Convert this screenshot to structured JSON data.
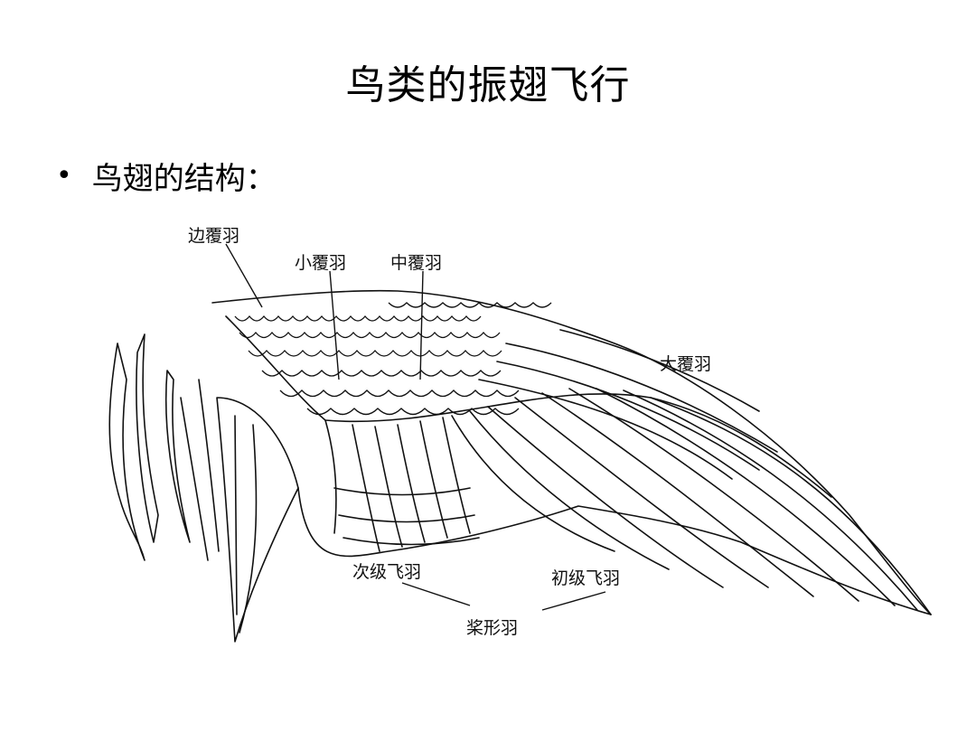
{
  "slide": {
    "title": "鸟类的振翅飞行",
    "bullet": "鸟翅的结构："
  },
  "diagram": {
    "labels": {
      "marginal_coverts": "边覆羽",
      "lesser_coverts": "小覆羽",
      "median_coverts": "中覆羽",
      "greater_coverts": "大覆羽",
      "secondaries": "次级飞羽",
      "primaries": "初级飞羽",
      "flight_feathers": "桨形羽"
    },
    "line_color": "#111111"
  }
}
